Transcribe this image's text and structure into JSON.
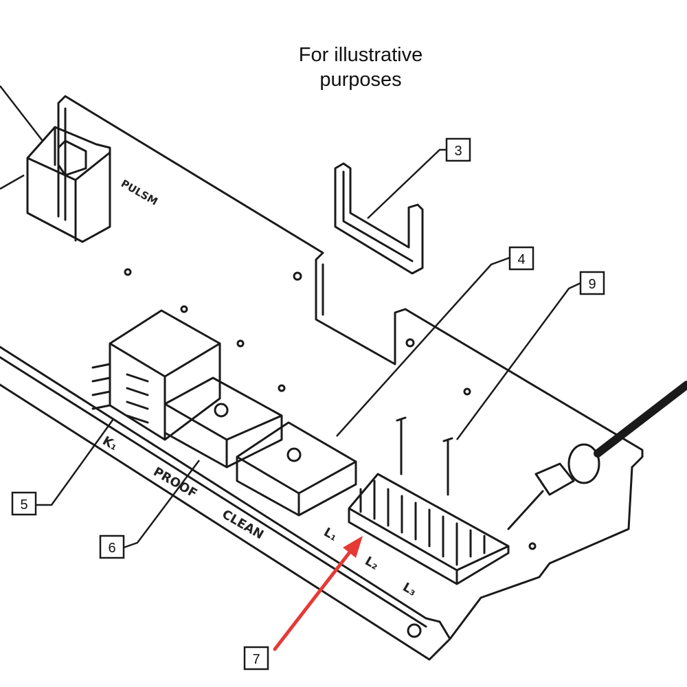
{
  "note": {
    "line1": "For illustrative",
    "line2": "purposes"
  },
  "callouts": [
    "3",
    "4",
    "9",
    "5",
    "6",
    "7"
  ],
  "board_labels": {
    "bracket": "PULSM",
    "relay": "K₁",
    "proof": "PROOF",
    "clean": "CLEAN",
    "l1": "L₁",
    "l2": "L₂",
    "l3": "L₃"
  },
  "colors": {
    "line": "#1a1a1a",
    "arrow": "#e53935",
    "paper": "#ffffff"
  }
}
